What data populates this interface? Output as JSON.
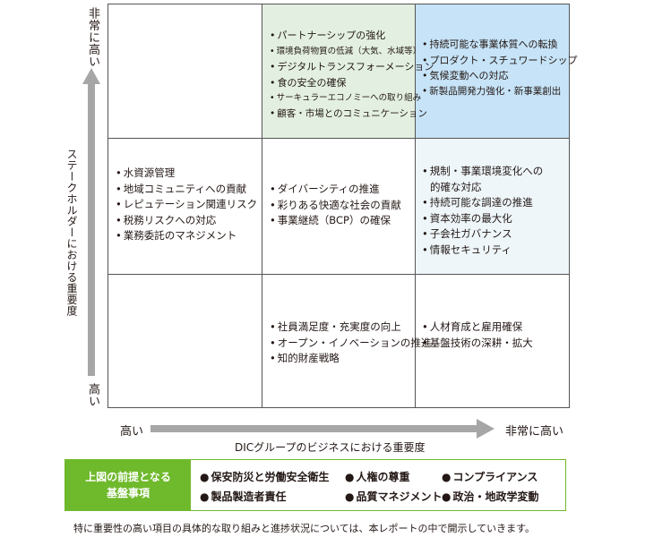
{
  "y_axis": {
    "label": "ステークホルダーにおける重要度",
    "high": "非常に高い",
    "low": "高い"
  },
  "x_axis": {
    "label": "DICグループのビジネスにおける重要度",
    "low": "高い",
    "high": "非常に高い"
  },
  "cells": {
    "top_middle": [
      "パートナーシップの強化",
      "環境負荷物質の低減（大気、水域等）",
      "デジタルトランスフォーメーション",
      "食の安全の確保",
      "サーキュラーエコノミーへの取り組み",
      "顧客・市場とのコミュニケーション"
    ],
    "top_right": [
      "持続可能な事業体質への転換",
      "プロダクト・スチュワードシップ",
      "気候変動への対応",
      "新製品開発力強化・新事業創出"
    ],
    "mid_left": [
      "水資源管理",
      "地域コミュニティへの貢献",
      "レピュテーション関連リスク",
      "税務リスクへの対応",
      "業務委託のマネジメント"
    ],
    "mid_middle": [
      "ダイバーシティの推進",
      "彩りある快適な社会の貢献",
      "事業継続（BCP）の確保"
    ],
    "mid_right": [
      "規制・事業環境変化への",
      "的確な対応",
      "持続可能な調達の推進",
      "資本効率の最大化",
      "子会社ガバナンス",
      "情報セキュリティ"
    ],
    "bot_middle": [
      "社員満足度・充実度の向上",
      "オープン・イノベーションの推進",
      "知的財産戦略"
    ],
    "bot_right": [
      "人材育成と雇用確保",
      "基盤技術の深耕・拡大"
    ]
  },
  "colors": {
    "top_middle": "#e3f0e1",
    "top_right": "#c6e3f7",
    "mid_right": "#eef6fa",
    "accent_green": "#6fb92c",
    "arrow": "#a6a6a6"
  },
  "premise": {
    "head_line1": "上図の前提となる",
    "head_line2": "基盤事項",
    "items": [
      "保安防災と労働安全衛生",
      "人権の尊重",
      "コンプライアンス",
      "製品製造者責任",
      "品質マネジメント",
      "政治・地政学変動"
    ]
  },
  "footnote": "特に重要性の高い項目の具体的な取り組みと進捗状況については、本レポートの中で開示していきます。"
}
